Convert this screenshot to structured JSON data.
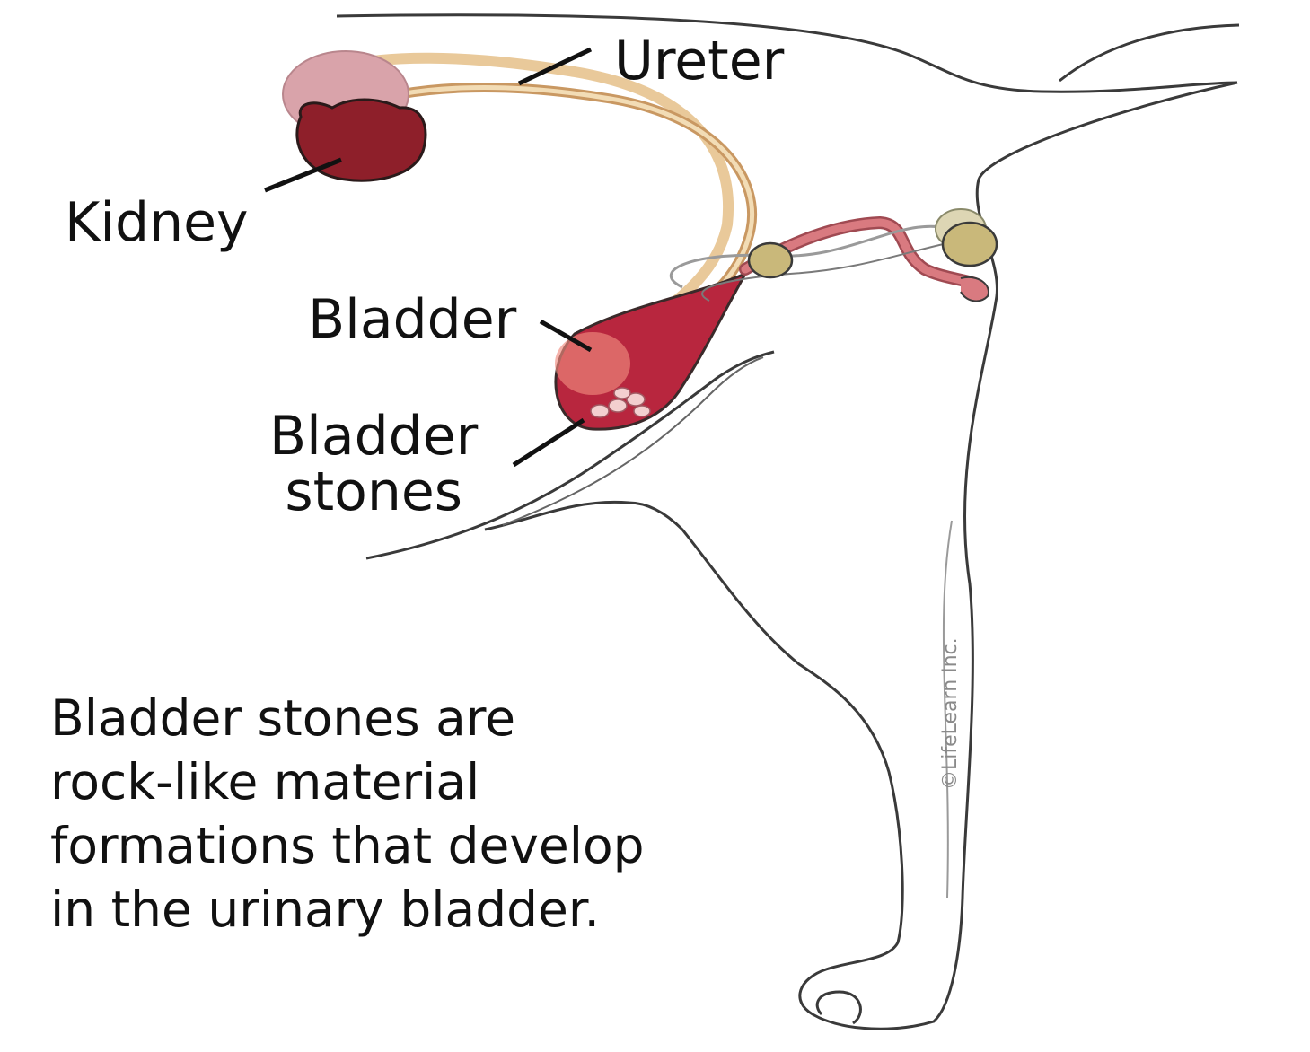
{
  "labels": {
    "ureter": "Ureter",
    "kidney": "Kidney",
    "bladder": "Bladder",
    "stones_line1": "Bladder",
    "stones_line2": "stones"
  },
  "caption": {
    "line1": "Bladder stones are",
    "line2": "rock-like material",
    "line3": "formations that develop",
    "line4": "in the urinary bladder."
  },
  "copyright": "©LifeLearn Inc.",
  "colors": {
    "outline": "#3a3a3a",
    "kidney_front": "#8e1f2a",
    "kidney_back": "#d9a3aa",
    "ureter": "#e9c99a",
    "bladder": "#b8263e",
    "bladder_highlight": "#f08a7e",
    "stones": "#f3cfcf",
    "urethra": "#d97a80",
    "prostate": "#c9b87a",
    "text": "#111111"
  }
}
